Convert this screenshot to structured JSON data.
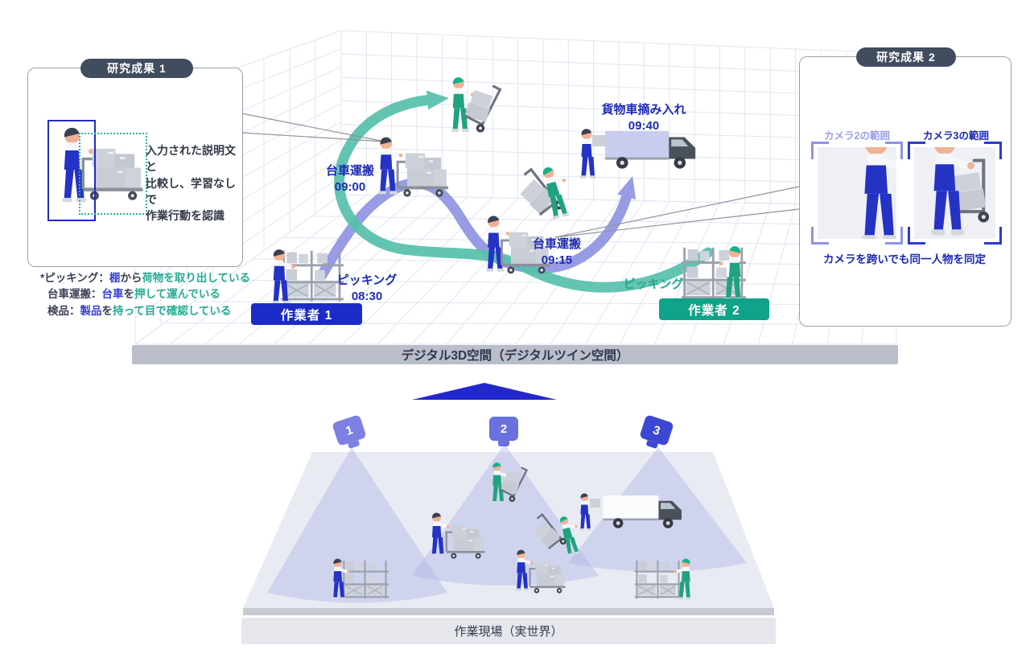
{
  "research_box_1": {
    "title": "研究成果 1",
    "line1": "入力された説明文と",
    "line2": "比較し、学習なしで",
    "line3": "作業行動を認識"
  },
  "legend": {
    "l1s1": "*ピッキング：",
    "l1s2": "棚",
    "l1s3": "から",
    "l1s4": "荷物を取り出している",
    "l2s1": "台車運搬：",
    "l2s2": "台車",
    "l2s3": "を",
    "l2s4": "押して運んでいる",
    "l3s1": "検品：",
    "l3s2": "製品",
    "l3s3": "を",
    "l3s4": "持って目で確認している"
  },
  "labels": {
    "cart0900_action": "台車運搬",
    "cart0900_time": "09:00",
    "pick0830_action": "ピッキング",
    "pick0830_time": "08:30",
    "cart0915_action": "台車運搬",
    "cart0915_time": "09:15",
    "truck0940_action": "貨物車摘み入れ",
    "truck0940_time": "09:40",
    "pick_worker2": "ピッキング",
    "worker1_badge": "作業者 1",
    "worker2_badge": "作業者 2"
  },
  "research_box_2": {
    "title": "研究成果 2",
    "camera2_label": "カメラ2の範囲",
    "camera3_label": "カメラ3の範囲",
    "caption": "カメラを跨いでも同一人物を同定"
  },
  "bars": {
    "digital_space": "デジタル3D空間（デジタルツイン空間）",
    "real_world": "作業現場（実世界）"
  },
  "cameras": {
    "cam1": "1",
    "cam2": "2",
    "cam3": "3"
  },
  "colors": {
    "navy_label": "#1e2bb7",
    "teal_label": "#23a98e",
    "worker1_badge_bg": "#1b2cc6",
    "worker2_badge_bg": "#0fa389",
    "path_teal": "#57c0ac",
    "path_purple": "#8f94e3",
    "pill_bg": "#414c5e",
    "bar_digital_bg": "#b9bec9",
    "bar_real_bg": "#e5e7ed",
    "camera1": "#7c81e3",
    "camera2": "#6a70dd",
    "camera3": "#3c47d4",
    "arrow_up_triangle": "#2227ce",
    "grid_line": "#dde5f2",
    "legend_noun": "#3941d6",
    "legend_verb": "#25ab93",
    "legend_dark": "#3c4258"
  }
}
